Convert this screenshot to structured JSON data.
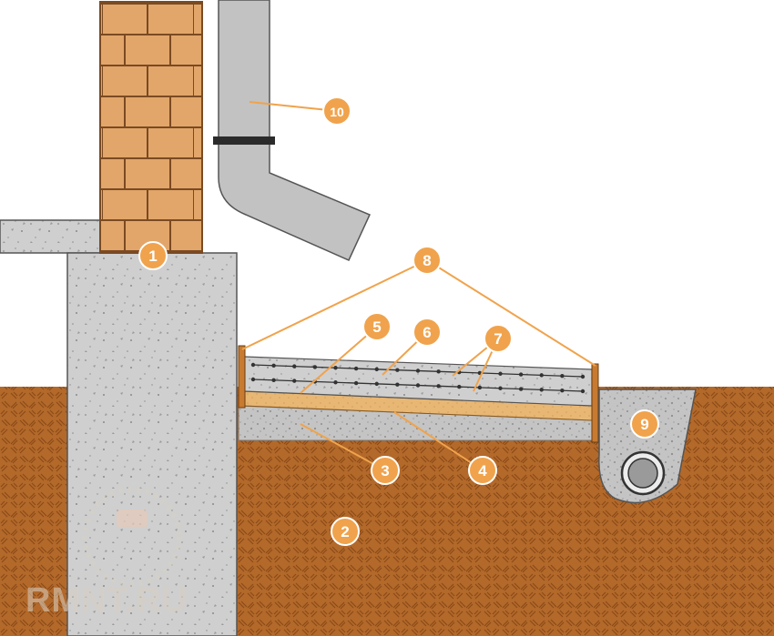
{
  "colors": {
    "soil": "#b3692a",
    "soil_line": "#8a4a17",
    "brick": "#e2a66a",
    "brick_mortar": "#7a4a22",
    "concrete": "#cfcfcf",
    "gravel": "#c4c4c4",
    "sand": "#e8b774",
    "formwork": "#c77a30",
    "downpipe": "#c2c2c2",
    "callout": "#f0a34c",
    "leader": "#f0a34c"
  },
  "callouts": [
    {
      "id": "1",
      "label": "1"
    },
    {
      "id": "2",
      "label": "2"
    },
    {
      "id": "3",
      "label": "3"
    },
    {
      "id": "4",
      "label": "4"
    },
    {
      "id": "5",
      "label": "5"
    },
    {
      "id": "6",
      "label": "6"
    },
    {
      "id": "7",
      "label": "7"
    },
    {
      "id": "8",
      "label": "8"
    },
    {
      "id": "9",
      "label": "9"
    },
    {
      "id": "10",
      "label": "10"
    }
  ],
  "watermark": {
    "text": "RMNT.RU",
    "icon": "paint-roller-icon"
  }
}
